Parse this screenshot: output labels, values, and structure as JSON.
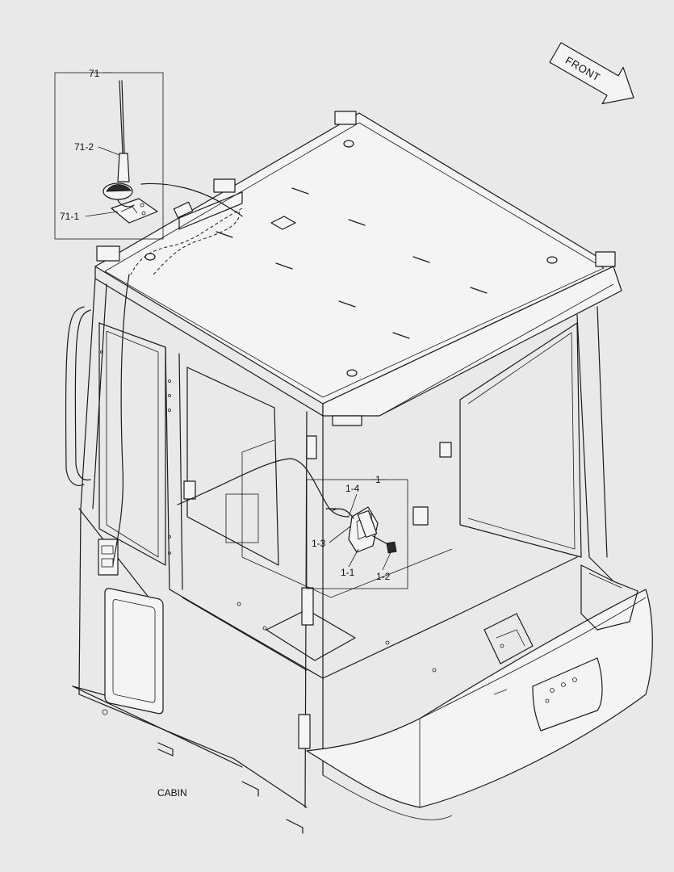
{
  "labels": {
    "antenna_group": "71",
    "antenna": "71-2",
    "antenna_base": "71-1",
    "module_group": "1",
    "module_connector": "1-4",
    "module_bracket": "1-3",
    "module_unit": "1-1",
    "module_plug": "1-2",
    "front": "FRONT",
    "cabin": "CABIN"
  }
}
